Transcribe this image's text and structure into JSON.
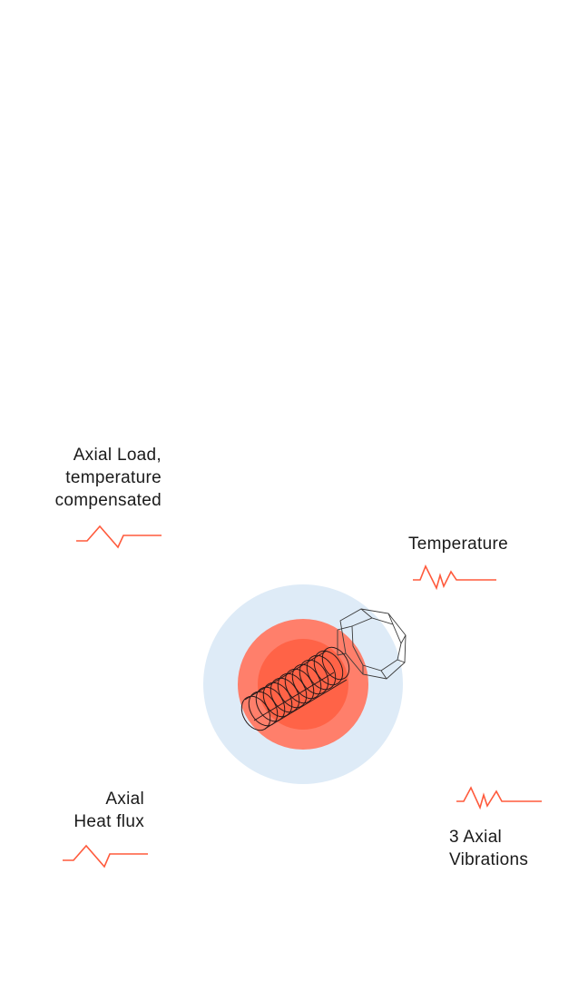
{
  "colors": {
    "signal": "#ff5a3c",
    "halo_outer": "#deebf7",
    "halo_mid": "#ff7f6b",
    "halo_inner": "#ff6347",
    "bolt_line": "#3a3a3a",
    "text": "#1a1a1a"
  },
  "labels": {
    "axial_load": {
      "lines": [
        "Axial Load,",
        "temperature",
        "compensated"
      ]
    },
    "temperature": {
      "lines": [
        "Temperature"
      ]
    },
    "heat_flux": {
      "lines": [
        "Axial",
        "Heat flux"
      ]
    },
    "vibrations": {
      "lines": [
        "3 Axial",
        "Vibrations"
      ]
    }
  },
  "icons": {
    "load_signal": "step-waveform-icon",
    "temperature_signal": "spike-waveform-icon",
    "heat_flux_signal": "step-waveform-icon",
    "vibration_signal": "spike-waveform-icon",
    "sensor_bolt": "bolt-icon"
  }
}
